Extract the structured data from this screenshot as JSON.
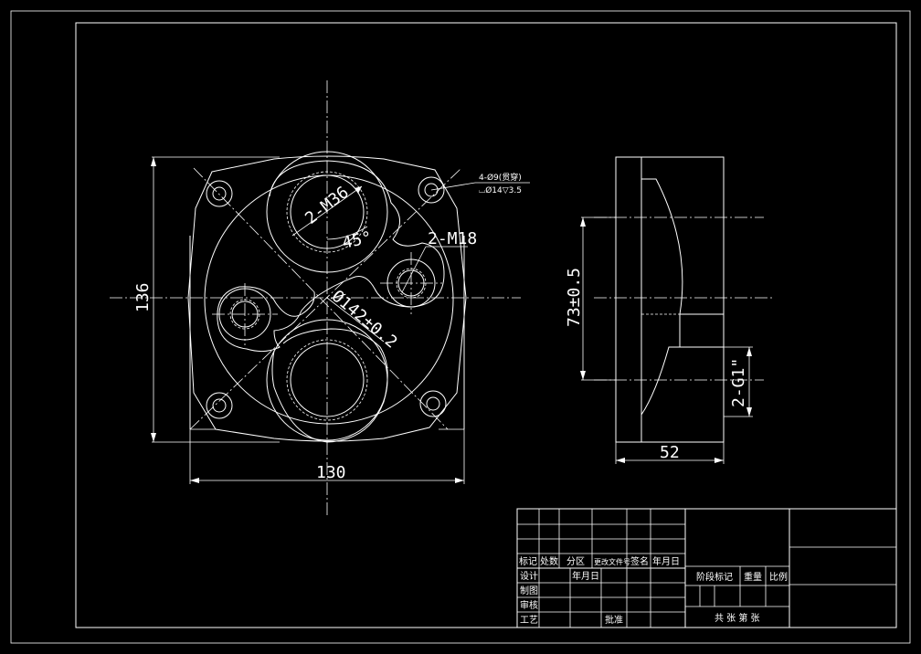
{
  "front_view": {
    "dim_height": "136",
    "dim_width": "130",
    "bore_label": "2-M36",
    "angle_label": "45°",
    "port_label": "2-M18",
    "pcd_label": "Ø142±0.2",
    "hole_note_line1": "4-Ø9(贯穿)",
    "hole_note_line2": "⌴Ø14▽3.5"
  },
  "side_view": {
    "dim_center": "73±0.5",
    "dim_width": "52",
    "thread_label": "2-G1\""
  },
  "title_block": {
    "headers": [
      "标记",
      "处数",
      "分区",
      "更改文件号",
      "签名",
      "年月日"
    ],
    "design": "设计",
    "date": "年月日",
    "drafting": "制图",
    "review": "审核",
    "process": "工艺",
    "approve": "批准",
    "stage_mark": "阶段标记",
    "weight": "重量",
    "scale": "比例",
    "sheet": "共 张 第 张"
  }
}
